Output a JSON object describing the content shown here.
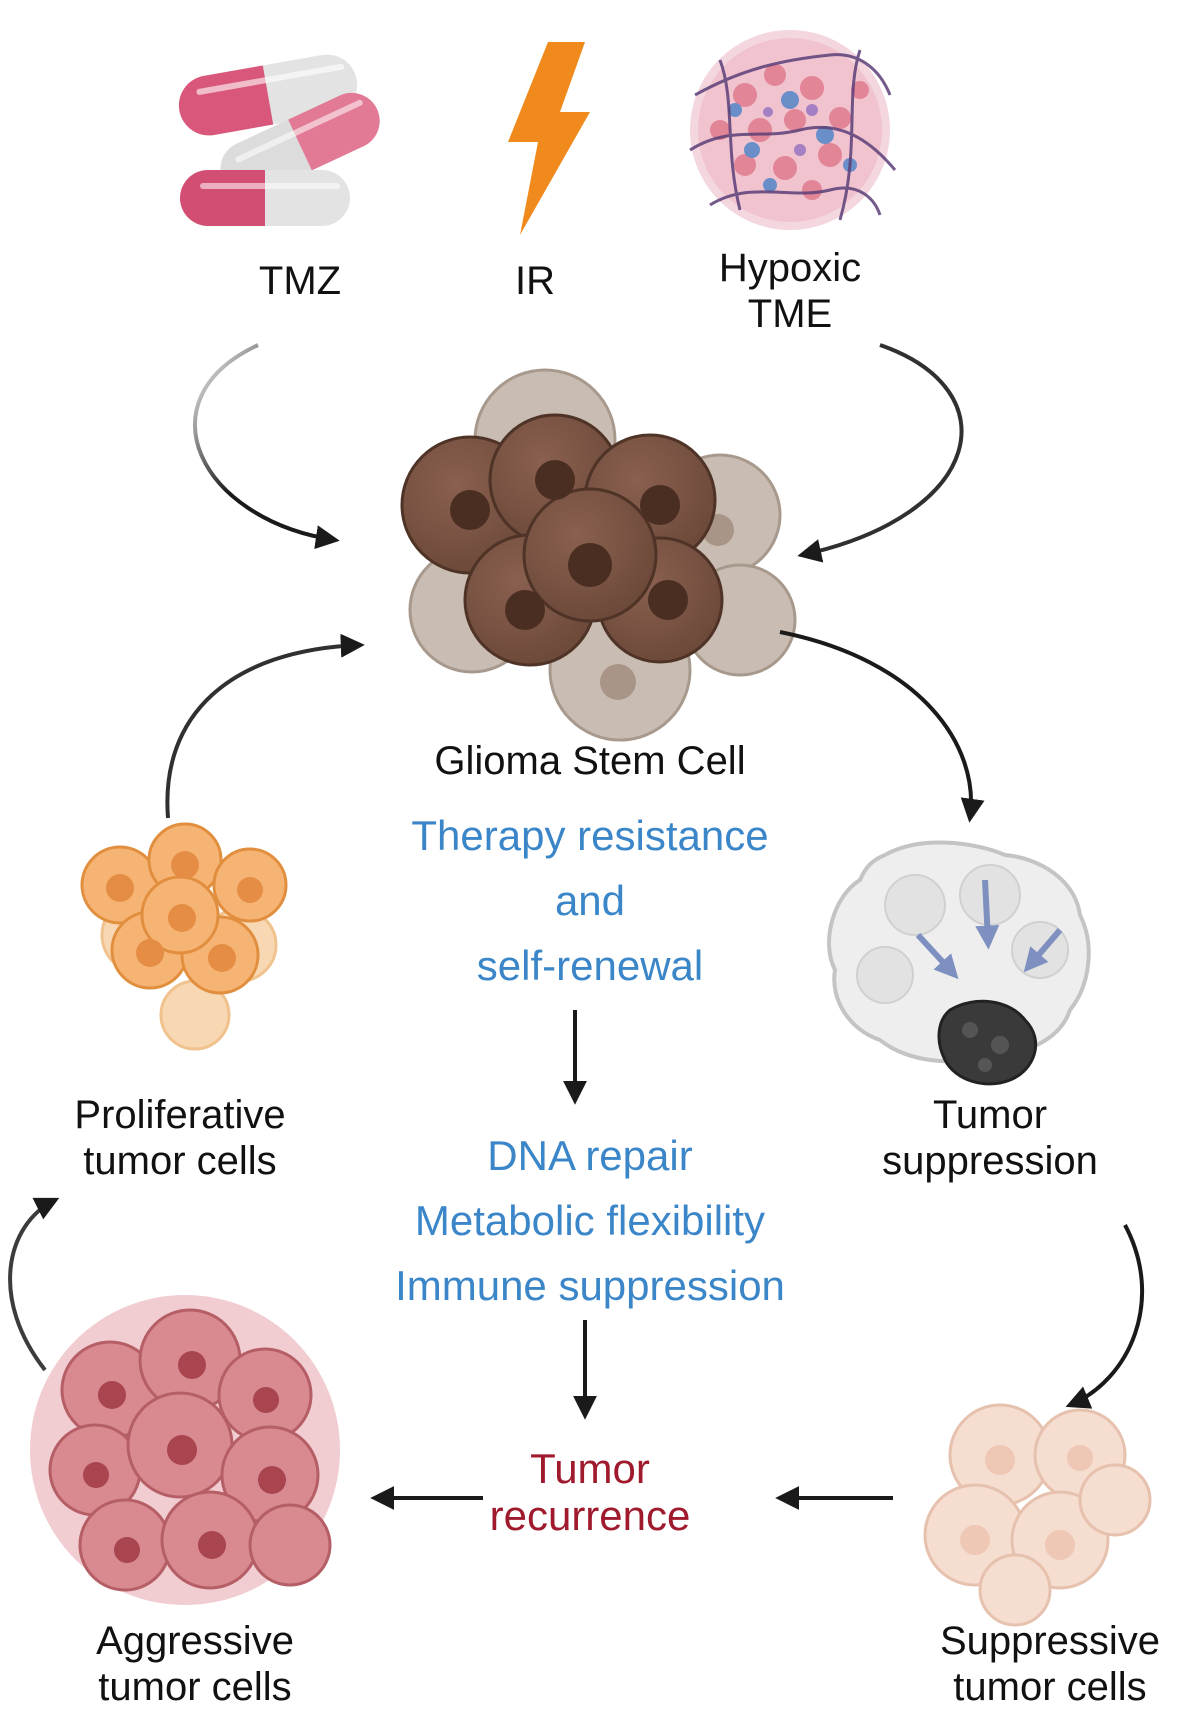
{
  "inputs": {
    "tmz": "TMZ",
    "ir": "IR",
    "hypoxic_line1": "Hypoxic",
    "hypoxic_line2": "TME"
  },
  "center": {
    "title": "Glioma Stem Cell",
    "property_line1": "Therapy resistance",
    "property_line2": "and",
    "property_line3": "self-renewal",
    "mech_line1": "DNA repair",
    "mech_line2": "Metabolic flexibility",
    "mech_line3": "Immune suppression",
    "outcome_line1": "Tumor",
    "outcome_line2": "recurrence"
  },
  "states": {
    "proliferative_line1": "Proliferative",
    "proliferative_line2": "tumor cells",
    "suppression_line1": "Tumor",
    "suppression_line2": "suppression",
    "aggressive_line1": "Aggressive",
    "aggressive_line2": "tumor cells",
    "suppressive_line1": "Suppressive",
    "suppressive_line2": "tumor cells"
  },
  "colors": {
    "text": "#111111",
    "mechanism_blue": "#3a86c8",
    "recurrence_red": "#a01a2e",
    "arrow": "#1a1a1a",
    "capsule_pink": "#d9577a",
    "lightning_orange": "#f08a1c"
  }
}
